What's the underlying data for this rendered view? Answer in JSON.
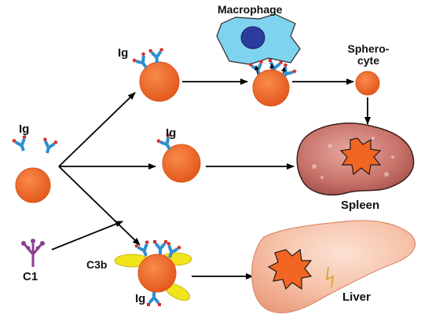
{
  "labels": {
    "ig_left": "Ig",
    "ig_top": "Ig",
    "ig_middle": "Ig",
    "ig_bottom": "Ig",
    "macrophage": "Macrophage",
    "spherocyte_line1": "Sphero-",
    "spherocyte_line2": "cyte",
    "spleen": "Spleen",
    "liver": "Liver",
    "c1": "C1",
    "c3b": "C3b"
  },
  "colors": {
    "cell_fill": "#f26522",
    "antibody_blue": "#2f8fd0",
    "antibody_red": "#d42a2a",
    "macrophage": "#7fd3ee",
    "nucleus": "#2b3b9e",
    "c1_purple": "#8a3f8f",
    "c3b_yellow": "#f2e41c",
    "spleen": "#b5524a",
    "liver": "#f3b49a",
    "arrow": "#000000"
  }
}
